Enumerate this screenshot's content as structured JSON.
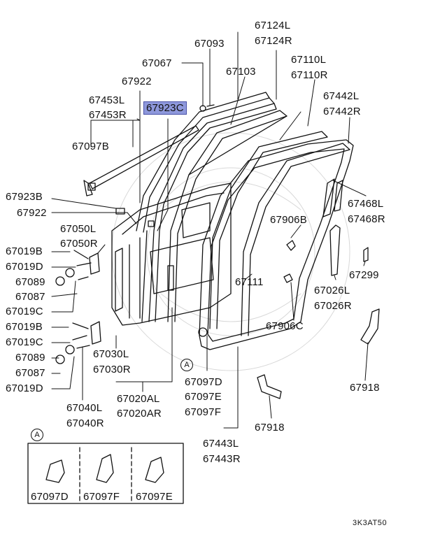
{
  "highlight_color": "#8e98dc",
  "labels": {
    "p67093": "67093",
    "p67067": "67067",
    "p67124": "67124L",
    "p67124r": "67124R",
    "p67110": "67110L",
    "p67110r": "67110R",
    "p67103": "67103",
    "p67922a": "67922",
    "p67453": "67453L",
    "p67453r": "67453R",
    "p67923c": "67923C",
    "p67442": "67442L",
    "p67442r": "67442R",
    "p67097b": "67097B",
    "p67923b": "67923B",
    "p67922b": "67922",
    "p67468": "67468L",
    "p67468r": "67468R",
    "p67050": "67050L",
    "p67050r": "67050R",
    "p67906b": "67906B",
    "p67019b1": "67019B",
    "p67019d1": "67019D",
    "p67089a": "67089",
    "p67087a": "67087",
    "p67019c1": "67019C",
    "p67299": "67299",
    "p67111": "67111",
    "p67026": "67026L",
    "p67026r": "67026R",
    "p67019b2": "67019B",
    "p67019c2": "67019C",
    "p67906c": "67906C",
    "p67089b": "67089",
    "p67087b": "67087",
    "p67019d2": "67019D",
    "p67030": "67030L",
    "p67030r": "67030R",
    "p67097d": "67097D",
    "p67097e": "67097E",
    "p67097f": "67097F",
    "p67918a": "67918",
    "p67918b": "67918",
    "p67040": "67040L",
    "p67040r": "67040R",
    "p67020al": "67020AL",
    "p67020ar": "67020AR",
    "p67443": "67443L",
    "p67443r": "67443R",
    "callout_a": "A",
    "callout_a_box": "A",
    "clip_d": "67097D",
    "clip_f": "67097F",
    "clip_e": "67097E",
    "diagram_code": "3K3AT50"
  }
}
